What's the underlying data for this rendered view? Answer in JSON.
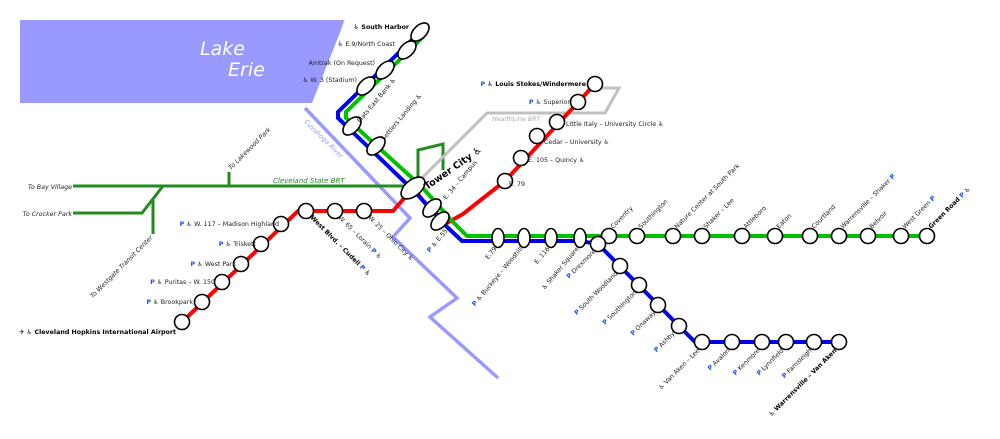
{
  "lake": {
    "line1": "Lake",
    "line2": "Erie"
  },
  "river": "Cuyahoga River",
  "colors": {
    "red": "#ff0000",
    "blue": "#0000ee",
    "green": "#00c000",
    "brt": "#228b22",
    "healthline": "#c0c0c0",
    "water": "#9999ff",
    "parking": "#1a4fff"
  },
  "brt": {
    "name": "Cleveland State BRT",
    "to_bay_village": "To Bay Village",
    "to_crocker_park": "To Crocker Park",
    "to_westgate": "To Westgate Transit Center",
    "to_lakewood": "To Lakewood Park"
  },
  "healthline": {
    "name": "HealthLine BRT"
  },
  "icons": {
    "parking": "P",
    "accessible": "♿",
    "airport": "✈"
  },
  "hub": {
    "name": "Tower City",
    "accessible": true
  },
  "red_west": [
    {
      "name": "Cleveland Hopkins International Airport",
      "bold": true,
      "airport": true,
      "access": true
    },
    {
      "name": "Brookpark",
      "park": true,
      "access": true
    },
    {
      "name": "Puritas – W. 150",
      "park": true,
      "access": true
    },
    {
      "name": "West Park",
      "park": true,
      "access": true
    },
    {
      "name": "Triskett",
      "park": true,
      "access": true
    },
    {
      "name": "W. 117 – Madison Highland",
      "park": true,
      "access": true
    },
    {
      "name": "West Blvd. – Cudell",
      "bold": true,
      "park": true,
      "access": true
    },
    {
      "name": "W. 65 – Lorain",
      "park": true,
      "access": true
    },
    {
      "name": "W. 25 – Ohio City",
      "access": true
    }
  ],
  "shared_east": [
    {
      "name": "E. 34 – Campus"
    },
    {
      "name": "E.55",
      "park": true,
      "access": true
    }
  ],
  "red_east": [
    {
      "name": "E. 79"
    },
    {
      "name": "E. 105 – Quincy",
      "access": true
    },
    {
      "name": "Cedar – University",
      "access": true
    },
    {
      "name": "Little Italy – University Circle",
      "access": true
    },
    {
      "name": "Superior",
      "park": true,
      "access": true
    },
    {
      "name": "Louis Stokes/Windermere",
      "bold": true,
      "park": true,
      "access": true
    }
  ],
  "waterfront": [
    {
      "name": "South Harbor",
      "bold": true,
      "access": true
    },
    {
      "name": "E.9/North Coast",
      "access": true
    },
    {
      "name": "Amtrak (On Request)"
    },
    {
      "name": "W. 3 (Stadium)",
      "access": true
    },
    {
      "name": "Flats East Bank",
      "access": true
    },
    {
      "name": "Settlers Landing",
      "access": true
    }
  ],
  "blue_green_trunk": [
    {
      "name": "E.79"
    },
    {
      "name": "Buckeye – Woodhill",
      "park": true,
      "access": true
    },
    {
      "name": "E. 116"
    },
    {
      "name": "Shaker Square",
      "access": true
    }
  ],
  "green": [
    {
      "name": "Coventry"
    },
    {
      "name": "Southington"
    },
    {
      "name": "Nature Center at South Park"
    },
    {
      "name": "Shaker – Lee"
    },
    {
      "name": "Attleboro"
    },
    {
      "name": "Eaton"
    },
    {
      "name": "Courtland"
    },
    {
      "name": "Warrensville – Shaker",
      "park": true
    },
    {
      "name": "Belvoir"
    },
    {
      "name": "West Green",
      "park": true
    },
    {
      "name": "Green Road",
      "bold": true,
      "park": true,
      "access": true
    }
  ],
  "blue": [
    {
      "name": "Drexmore",
      "park": true
    },
    {
      "name": "South Woodland",
      "park": true
    },
    {
      "name": "Southington",
      "park": true
    },
    {
      "name": "Onaway",
      "park": true
    },
    {
      "name": "Ashby",
      "park": true
    },
    {
      "name": "Van Aken – Lee",
      "access": true
    },
    {
      "name": "Avalon",
      "park": true
    },
    {
      "name": "Kenmore",
      "park": true
    },
    {
      "name": "Lynnfield",
      "park": true
    },
    {
      "name": "Farnsleigh",
      "park": true
    },
    {
      "name": "Warrensville – Van Aken",
      "bold": true,
      "access": true
    }
  ]
}
